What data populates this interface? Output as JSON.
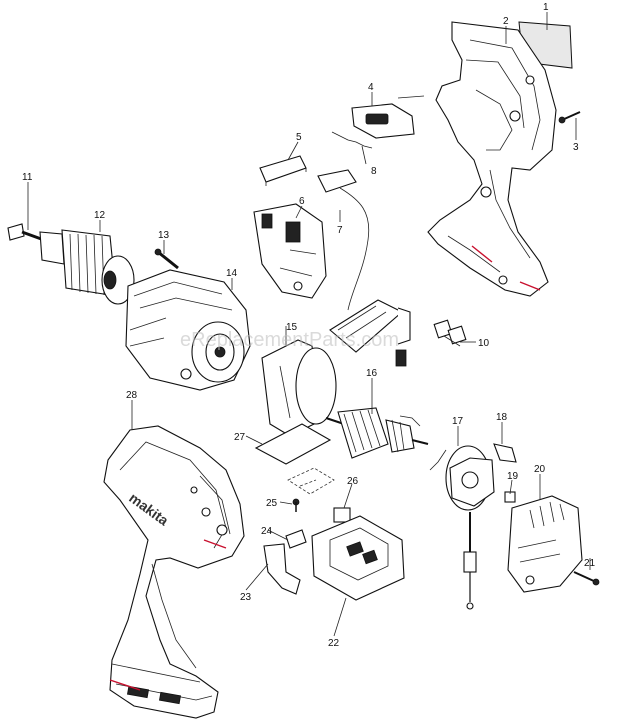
{
  "watermark": "eReplacementParts.com",
  "brand_text": "makita",
  "accent_color": "#c8102e",
  "part_labels": [
    {
      "n": "1",
      "text": "1"
    },
    {
      "n": "2",
      "text": "2"
    },
    {
      "n": "3",
      "text": "3"
    },
    {
      "n": "4",
      "text": "4"
    },
    {
      "n": "5",
      "text": "5"
    },
    {
      "n": "6",
      "text": "6"
    },
    {
      "n": "7",
      "text": "7"
    },
    {
      "n": "8",
      "text": "8"
    },
    {
      "n": "10",
      "text": "10"
    },
    {
      "n": "11",
      "text": "11"
    },
    {
      "n": "12",
      "text": "12"
    },
    {
      "n": "13",
      "text": "13"
    },
    {
      "n": "14",
      "text": "14"
    },
    {
      "n": "15",
      "text": "15"
    },
    {
      "n": "16",
      "text": "16"
    },
    {
      "n": "17",
      "text": "17"
    },
    {
      "n": "18",
      "text": "18"
    },
    {
      "n": "19",
      "text": "19"
    },
    {
      "n": "20",
      "text": "20"
    },
    {
      "n": "21",
      "text": "21"
    },
    {
      "n": "22",
      "text": "22"
    },
    {
      "n": "23",
      "text": "23"
    },
    {
      "n": "24",
      "text": "24"
    },
    {
      "n": "25",
      "text": "25"
    },
    {
      "n": "26",
      "text": "26"
    },
    {
      "n": "27",
      "text": "27"
    },
    {
      "n": "28",
      "text": "28"
    }
  ]
}
